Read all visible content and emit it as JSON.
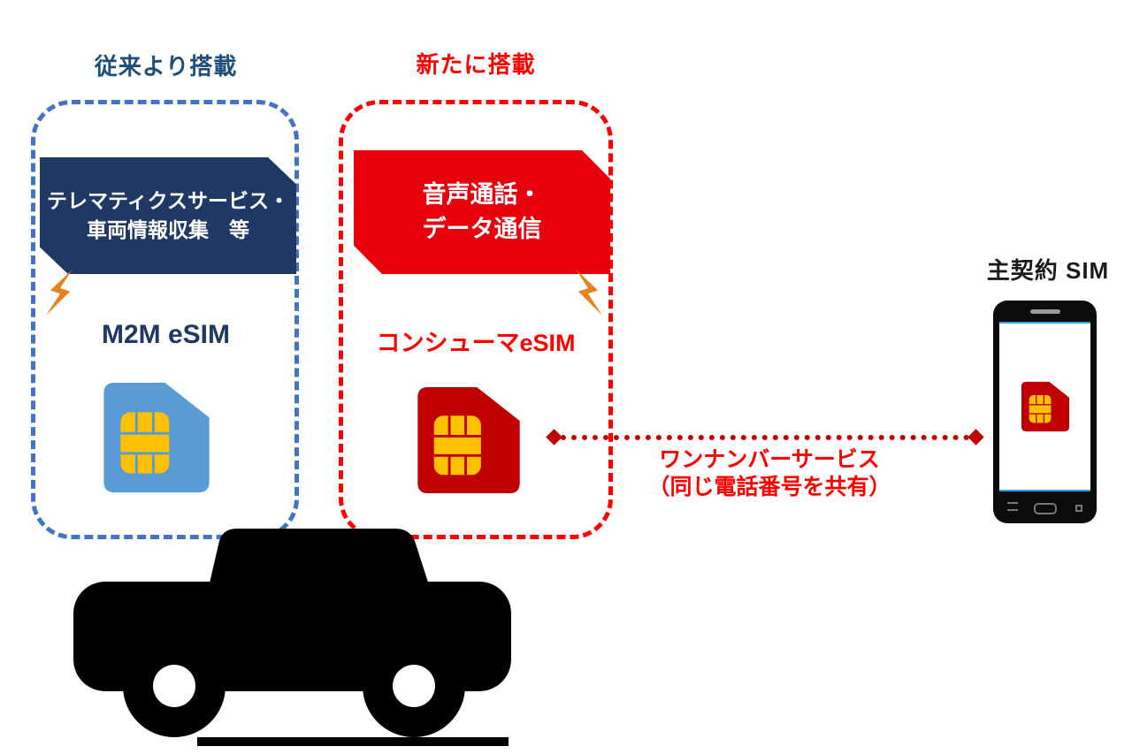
{
  "diagram": {
    "legacy": {
      "title": "従来より搭載",
      "banner_line1": "テレマティクスサービス・",
      "banner_line2": "車両情報収集　等",
      "esim_label": "M2M eSIM"
    },
    "new": {
      "title": "新たに搭載",
      "banner_line1": "音声通話・",
      "banner_line2": "データ通信",
      "esim_label": "コンシューマeSIM"
    },
    "phone": {
      "label": "主契約 SIM"
    },
    "connector": {
      "line1": "ワンナンバーサービス",
      "line2": "（同じ電話番号を共有）"
    },
    "icons": {
      "blue_sim": "m2m-esim-card-icon",
      "red_sim": "consumer-esim-card-icon",
      "phone_sim": "main-contract-sim-icon",
      "lightning": "lightning-bolt-icon",
      "car": "car-silhouette-icon",
      "smartphone": "smartphone-icon"
    },
    "colors": {
      "navy_banner": "#1F3864",
      "red_banner": "#E8000D",
      "dash_blue": "#4472C4",
      "dash_red": "#FF0000",
      "sim_blue": "#5B9BD5",
      "sim_red": "#C00000",
      "chip_gold": "#FFC000",
      "bolt_orange": "#E8821E",
      "connector_red": "#C00000",
      "legacy_title_blue": "#1F4E79"
    }
  }
}
